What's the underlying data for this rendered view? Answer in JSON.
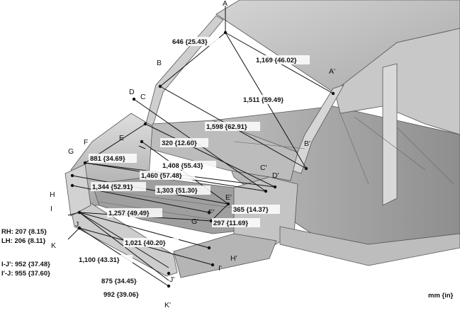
{
  "points": {
    "A": "A",
    "A_prime": "A'",
    "B": "B",
    "B_prime": "B'",
    "C": "C",
    "C_prime": "C'",
    "D": "D",
    "D_prime": "D'",
    "E": "E",
    "E_prime": "E'",
    "F": "F",
    "F_prime": "F'",
    "G": "G",
    "G_prime": "G'",
    "H": "H",
    "H_prime": "H'",
    "I": "I",
    "I_prime": "I'",
    "J": "J",
    "J_prime": "J'",
    "K": "K",
    "K_prime": "K'"
  },
  "dimensions": {
    "d646": "646 {25.43}",
    "d1169": "1,169 {46.02}",
    "d1511": "1,511 {59.49}",
    "d1598": "1,598 {62.91}",
    "d320": "320 {12.60}",
    "d881": "881 {34.69}",
    "d1408": "1,408 {55.43}",
    "d1460": "1,460 {57.48}",
    "d1344": "1,344 {52.91}",
    "d1303": "1,303 {51.30}",
    "d365": "365 {14.37}",
    "d1257": "1,257 {49.49}",
    "d297": "297 {11.69}",
    "d1021": "1,021 {40.20}",
    "d1100": "1,100 {43.31}",
    "d875": "875 {34.45}",
    "d992": "992 {39.06}"
  },
  "side_notes": {
    "rh": "RH: 207 {8.15}",
    "lh": "LH: 206 {8.11}",
    "ij_prime": "I-J': 952 {37.48}",
    "i_prime_j": "I'-J: 955 {37.60}"
  },
  "unit_label": "mm {in}"
}
